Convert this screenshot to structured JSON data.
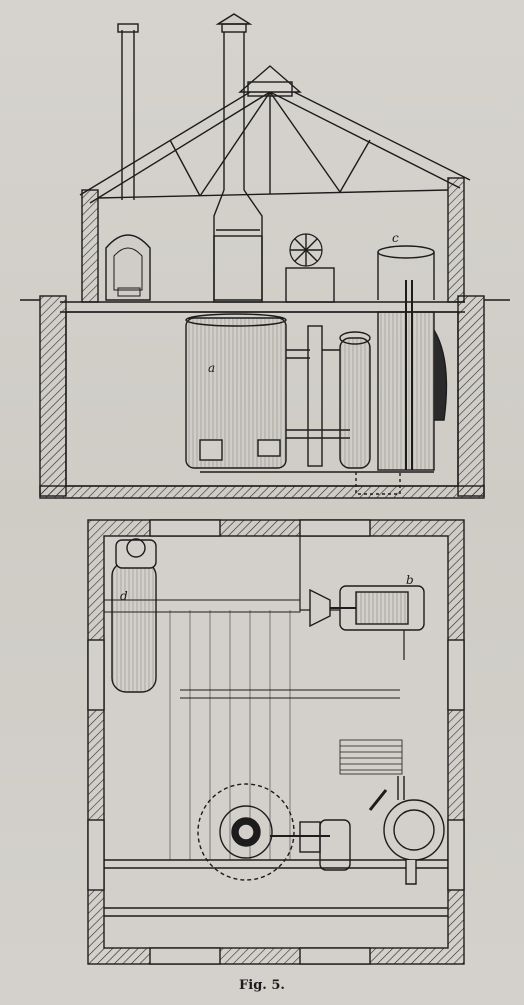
{
  "figure": {
    "caption": "Fig. 5.",
    "labels": {
      "a": "a",
      "b": "b",
      "c": "c",
      "d": "d"
    }
  }
}
